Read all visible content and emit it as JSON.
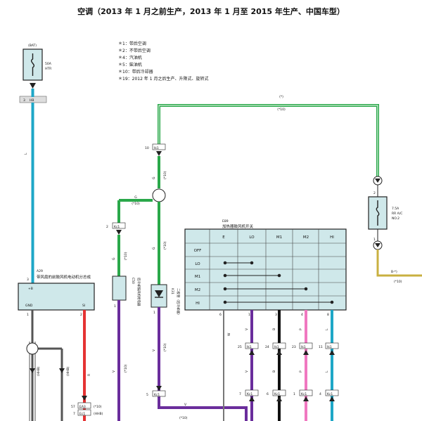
{
  "title": "空调（2013 年 1 月之前生产，2013 年 1 月至 2015 年生产、中国车型）",
  "notes": [
    "＊1：带后空调",
    "＊2：不带后空调",
    "＊4：汽油机",
    "＊5：柴油机",
    "＊10：带后冷却器",
    "＊19：2012 年 1 月之后生产、升降式、旋转式"
  ],
  "fuse_left": {
    "top": "(BAT)",
    "amp": "50A",
    "name": "HTR",
    "pin": "3",
    "conn": "HB"
  },
  "fuse_right": {
    "amp": "7.5A",
    "name1": "RR A/C",
    "name2": "NO.2",
    "pin_top": "2",
    "pin_bottom": "1"
  },
  "top_wire_label": "(*)",
  "top_wire_sub": "(*10)",
  "wire_colors": {
    "L": "L",
    "G": "G",
    "V": "V",
    "B": "B",
    "P": "P",
    "LB": "L",
    "Y": "Y",
    "R": "R",
    "W": "W",
    "BW": "B-W"
  },
  "right_wire_label": "B-*)",
  "right_wire_sub": "(*10)",
  "conn_top": {
    "pin": "10",
    "id": "Ik1"
  },
  "conn_mid": {
    "pin": "2",
    "id": "Kc1"
  },
  "junction_label": "(*10)",
  "blower_motor": {
    "ref": "A29",
    "name": "带风扇的前鼓风机电动机分总成",
    "pin_b": "+B",
    "pin_gnd": "GND",
    "pin_si": "SI",
    "num_b": "3",
    "num_gnd": "1",
    "num_si": "2"
  },
  "relay_left": {
    "ref": "C50",
    "name": "后冷却鼓风机继电器",
    "pin": "1"
  },
  "diode": {
    "ref": "K31",
    "name": "二极管（后冷却器）",
    "pin": "1"
  },
  "switch": {
    "ref": "E89",
    "name": "加热器鼓风机开关",
    "columns": [
      "E",
      "LO",
      "M1",
      "M2",
      "HI"
    ],
    "rows": [
      "OFF",
      "LO",
      "M1",
      "M2",
      "HI"
    ]
  },
  "bottom_pins": [
    "6",
    "1",
    "3",
    "4",
    "8"
  ],
  "lower_conns": [
    {
      "pin": "25",
      "id": "Ik1"
    },
    {
      "pin": "24",
      "id": "Ik1"
    },
    {
      "pin": "23",
      "id": "Ik1"
    },
    {
      "pin": "11",
      "id": "Ik1"
    }
  ],
  "bottom_conns": [
    {
      "pin": "5",
      "id": "Kc1"
    },
    {
      "pin": "7",
      "id": "Kc1"
    },
    {
      "pin": "6",
      "id": "Kc1"
    },
    {
      "pin": "1",
      "id": "Kc1"
    },
    {
      "pin": "4",
      "id": "Kc1"
    }
  ],
  "ea_conn": {
    "pin": "57",
    "id": "EA3",
    "sub": "(*10)",
    "pin2": "7",
    "id2": "Ec1",
    "sub2": "(HHB)"
  },
  "wire_notes": {
    "v_note": "(*10)",
    "hhb": "(HHB)"
  }
}
